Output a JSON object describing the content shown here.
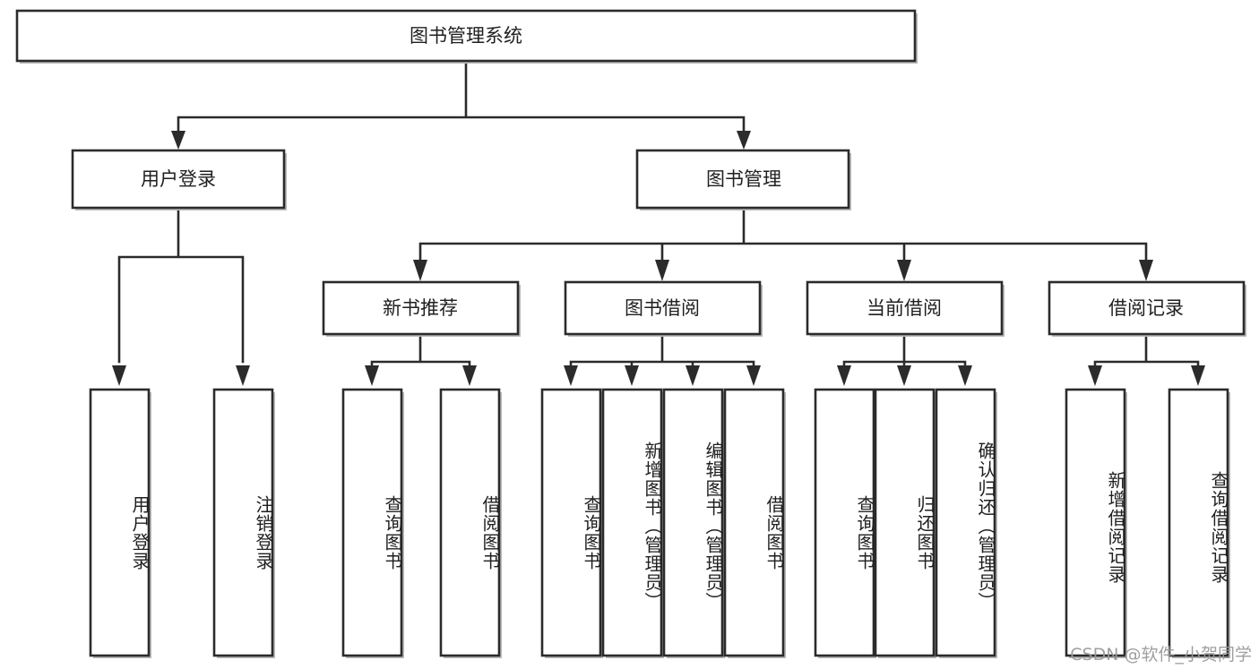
{
  "diagram": {
    "type": "tree-hierarchy",
    "title": "图书管理系统",
    "watermark": "CSDN @软件_小贺同学",
    "colors": {
      "box_stroke": "#2b2b2b",
      "box_fill": "#ffffff",
      "connector": "#2b2b2b",
      "text": "#1f1f1f",
      "background": "#ffffff",
      "watermark": "#9a9a9a"
    },
    "root": {
      "label": "图书管理系统"
    },
    "level2": [
      {
        "label": "用户登录"
      },
      {
        "label": "图书管理"
      }
    ],
    "level3": [
      {
        "label": "新书推荐"
      },
      {
        "label": "图书借阅"
      },
      {
        "label": "当前借阅"
      },
      {
        "label": "借阅记录"
      }
    ],
    "leaves": {
      "user_login": [
        {
          "label": "用户登录"
        },
        {
          "label": "注销登录"
        }
      ],
      "new_book_recommend": [
        {
          "label": "查询图书"
        },
        {
          "label": "借阅图书"
        }
      ],
      "book_borrow": [
        {
          "label": "查询图书"
        },
        {
          "label": "新增图书（管理员）"
        },
        {
          "label": "编辑图书（管理员）"
        },
        {
          "label": "借阅图书"
        }
      ],
      "current_borrow": [
        {
          "label": "查询图书"
        },
        {
          "label": "归还图书"
        },
        {
          "label": "确认归还（管理员）"
        }
      ],
      "borrow_records": [
        {
          "label": "新增借阅记录"
        },
        {
          "label": "查询借阅记录"
        }
      ]
    }
  }
}
